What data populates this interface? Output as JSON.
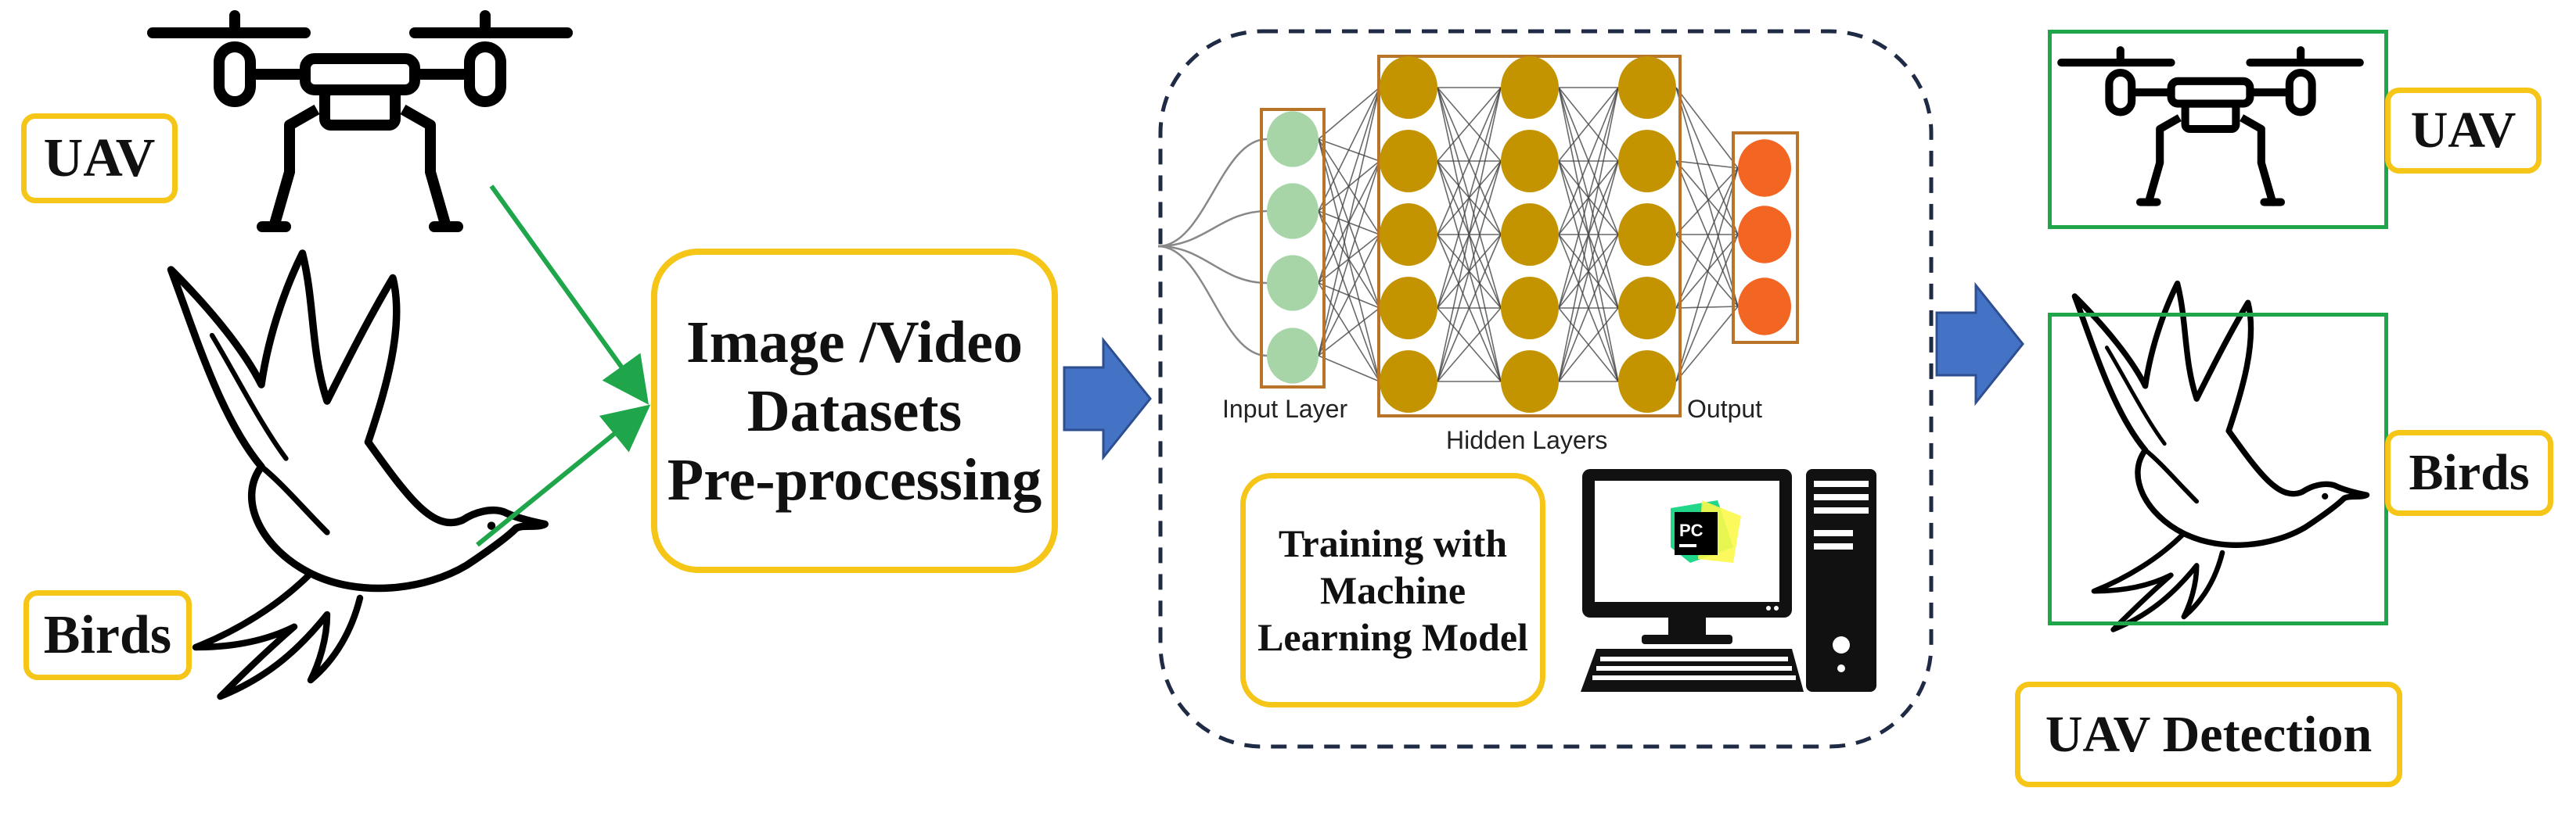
{
  "inputs": {
    "uav_label": "UAV",
    "birds_label": "Birds"
  },
  "preprocess": {
    "line1": "Image /Video",
    "line2": "Datasets",
    "line3": "Pre-processing"
  },
  "network": {
    "input_layer": "Input Layer",
    "hidden_layers": "Hidden Layers",
    "output": "Output"
  },
  "training": {
    "line1": "Training with",
    "line2": "Machine",
    "line3": "Learning Model"
  },
  "ide_badge": "PC",
  "outputs": {
    "uav_label": "UAV",
    "birds_label": "Birds",
    "detection": "UAV Detection"
  },
  "colors": {
    "label_border": "#f5c518",
    "arrow_green": "#1fa64a",
    "arrow_blue": "#4472c4",
    "dashed_border": "#1f2a44",
    "input_nodes": "#a8d5a8",
    "hidden_nodes": "#c49400",
    "output_nodes": "#f26522",
    "layer_frame": "#b8752a"
  },
  "icons": [
    "drone-icon",
    "bird-icon",
    "computer-icon",
    "pycharm-icon",
    "neural-network-diagram"
  ]
}
